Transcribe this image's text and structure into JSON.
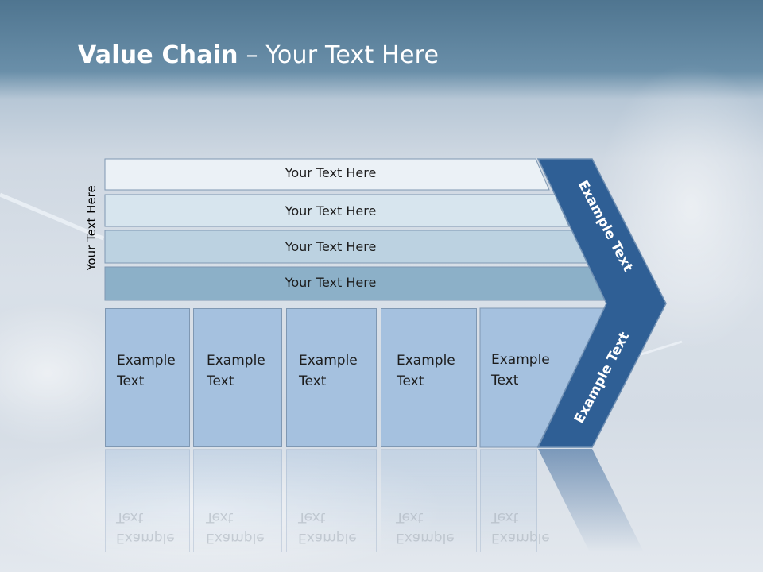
{
  "title": {
    "bold": "Value Chain",
    "rest": " – Your Text Here"
  },
  "side_label": "Your Text Here",
  "support_rows": [
    "Your Text Here",
    "Your Text Here",
    "Your Text Here",
    "Your Text Here"
  ],
  "primary_boxes": [
    {
      "line1": "Example",
      "line2": "Text"
    },
    {
      "line1": "Example",
      "line2": "Text"
    },
    {
      "line1": "Example",
      "line2": "Text"
    },
    {
      "line1": "Example",
      "line2": "Text"
    },
    {
      "line1": "Example",
      "line2": "Text"
    }
  ],
  "chevron": {
    "upper_label": "Example Text",
    "lower_label": "Example Text"
  },
  "colors": {
    "row1": "#ebf1f6",
    "row2": "#d7e5ee",
    "row3": "#bcd2e1",
    "row4": "#8cb0c8",
    "box": "#a5c1df",
    "chevron": "#2f5f95"
  }
}
